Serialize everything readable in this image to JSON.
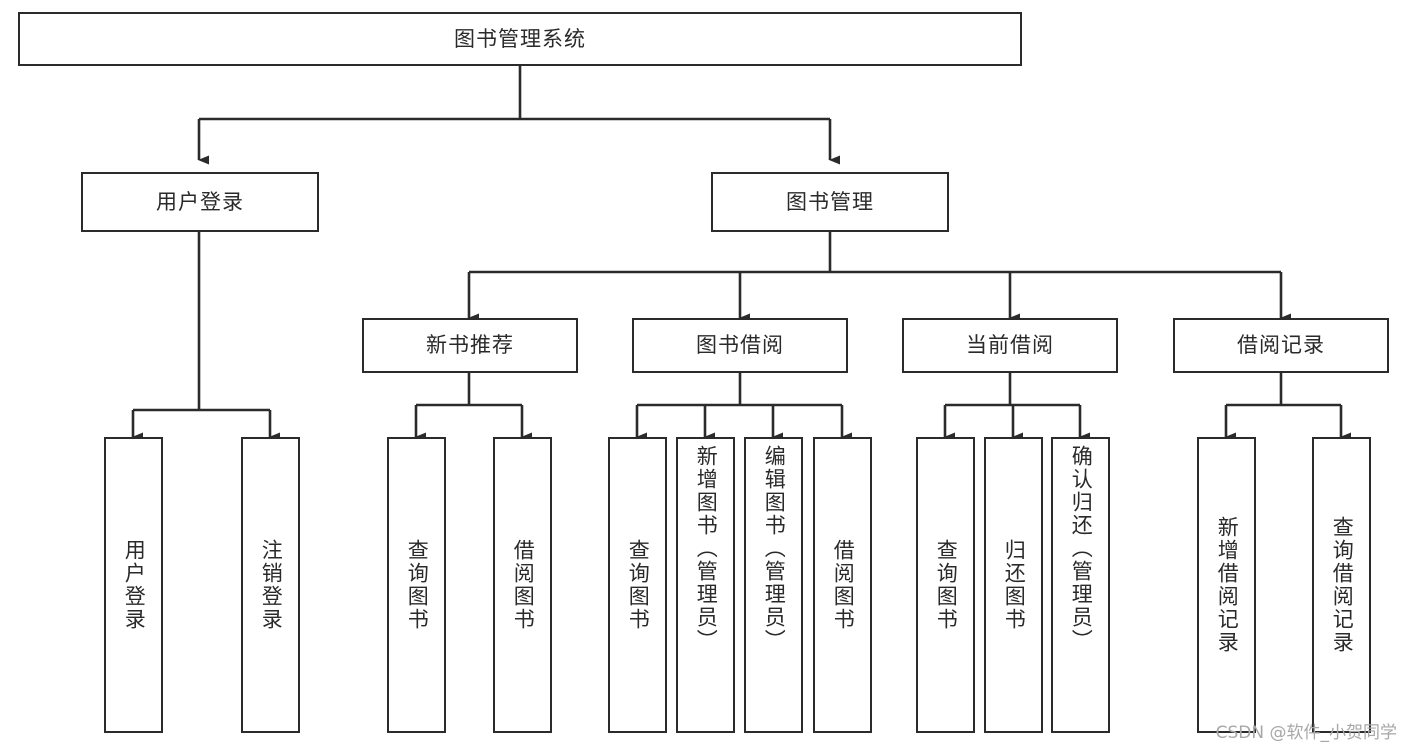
{
  "diagram": {
    "title": "图书管理系统",
    "type": "tree-hierarchy-chart",
    "watermark": "CSDN @软件_小贺同学",
    "colors": {
      "border": "#2b2b2b",
      "text": "#2a2a2a",
      "background": "#ffffff",
      "connector": "#333333",
      "watermark": "#a8a8a8"
    },
    "levels": {
      "root": "图书管理系统",
      "level2": [
        "用户登录",
        "图书管理"
      ],
      "level3": [
        "新书推荐",
        "图书借阅",
        "当前借阅",
        "借阅记录"
      ]
    },
    "nodes": {
      "root": {
        "label": "图书管理系统"
      },
      "user_login": {
        "label": "用户登录"
      },
      "book_manage": {
        "label": "图书管理"
      },
      "new_book_rec": {
        "label": "新书推荐"
      },
      "book_borrow": {
        "label": "图书借阅"
      },
      "current_borrow": {
        "label": "当前借阅"
      },
      "borrow_record": {
        "label": "借阅记录"
      }
    },
    "leaves": {
      "user_login": [
        {
          "label": "用户登录"
        },
        {
          "label": "注销登录"
        }
      ],
      "new_book_rec": [
        {
          "label": "查询图书"
        },
        {
          "label": "借阅图书"
        }
      ],
      "book_borrow": [
        {
          "label": "查询图书"
        },
        {
          "label": "新增图书（管理员）"
        },
        {
          "label": "编辑图书（管理员）"
        },
        {
          "label": "借阅图书"
        }
      ],
      "current_borrow": [
        {
          "label": "查询图书"
        },
        {
          "label": "归还图书"
        },
        {
          "label": "确认归还（管理员）"
        }
      ],
      "borrow_record": [
        {
          "label": "新增借阅记录"
        },
        {
          "label": "查询借阅记录"
        }
      ]
    }
  }
}
